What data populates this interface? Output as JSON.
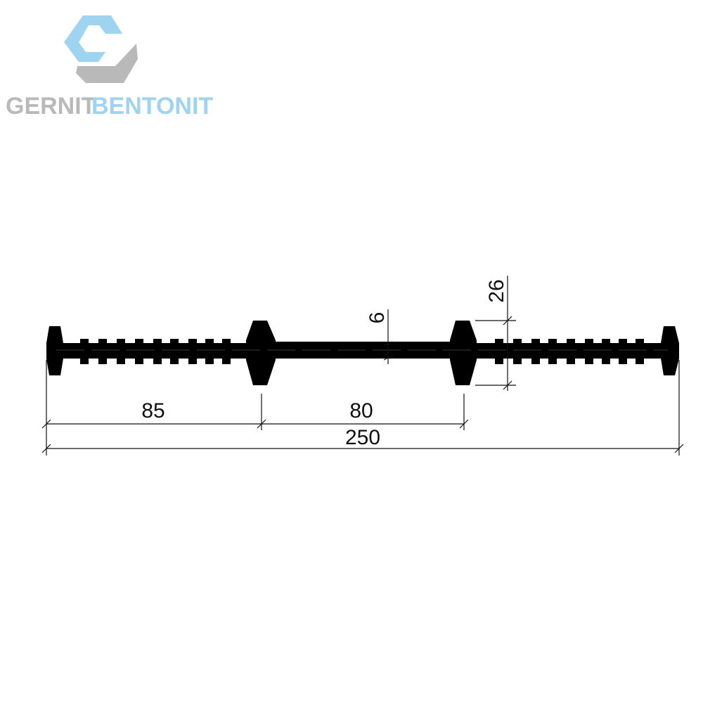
{
  "brand": {
    "word1": "GERNIT",
    "word2": "BENTONIT",
    "color_grey": "#b9b9b9",
    "color_blue": "#9fd4f0",
    "mark_icon": "hexagon-s-logo-icon"
  },
  "drawing": {
    "profile_color": "#000000",
    "line_color": "#111111",
    "dimensions": {
      "total_width": "250",
      "edge_to_bulb": "85",
      "bulb_to_bulb": "80",
      "web_thickness": "6",
      "bulb_height": "26"
    }
  }
}
